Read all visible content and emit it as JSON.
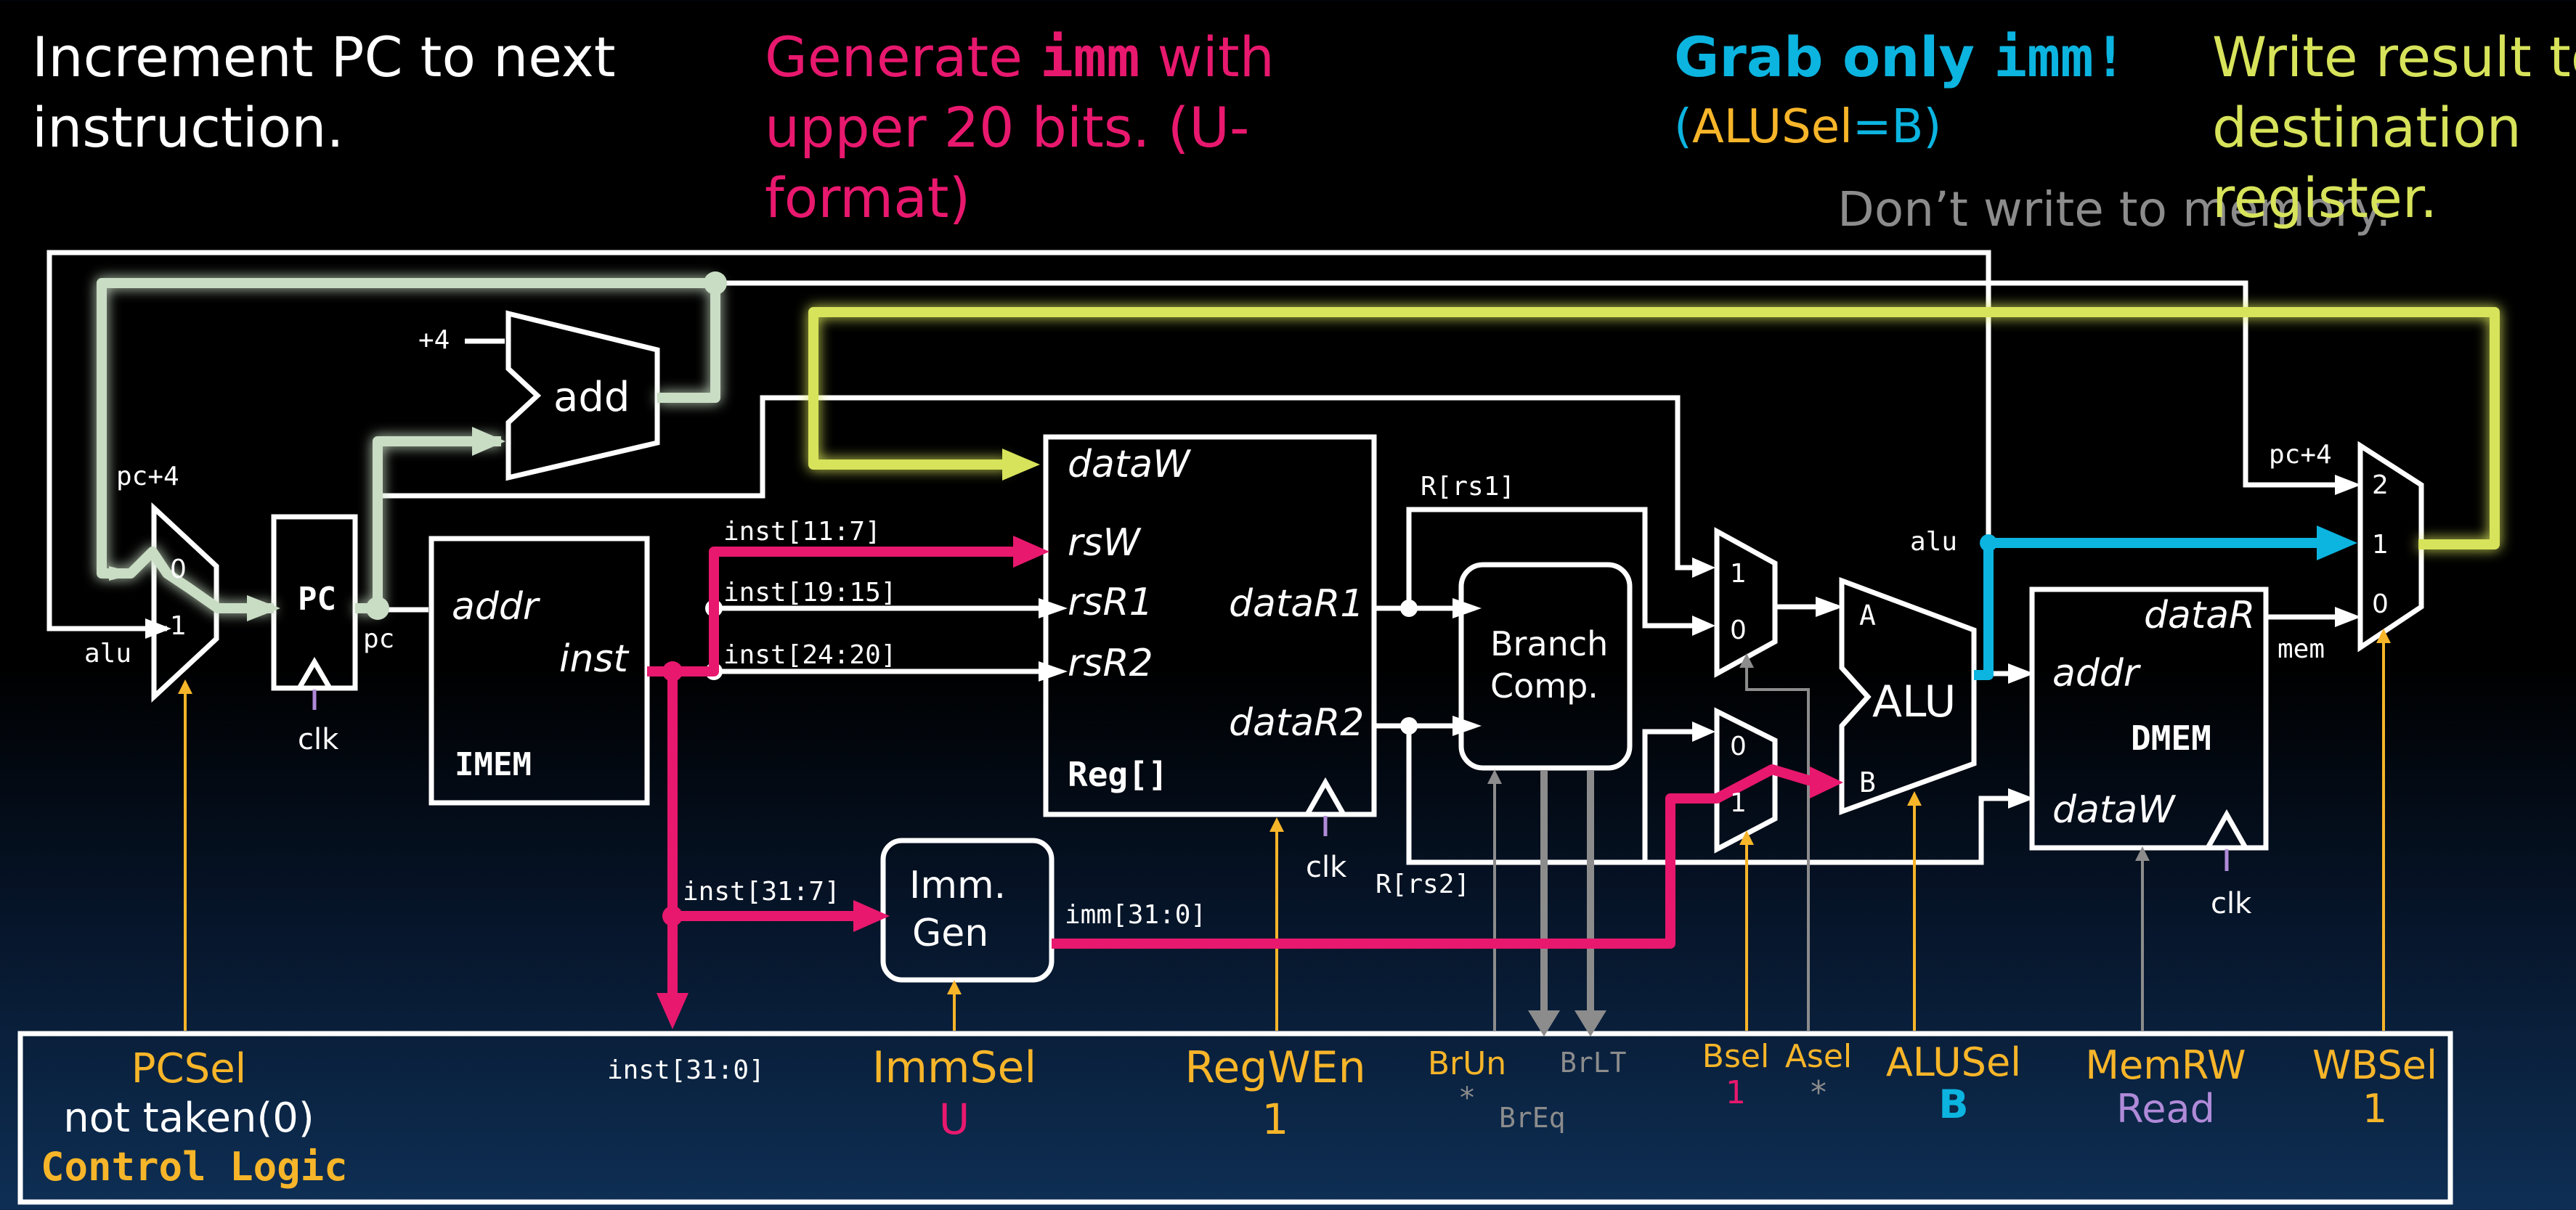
{
  "headers": {
    "h1_line1": "Increment PC to next",
    "h1_line2": "instruction.",
    "h2_pre": "Generate ",
    "h2_code": "imm",
    "h2_post": " with",
    "h2_line2": "upper 20 bits. (U-",
    "h2_line3": "format)",
    "h3_pre": "Grab only ",
    "h3_code": "imm!",
    "h3_line2_open": "(",
    "h3_line2_name": "ALUSel",
    "h3_line2_val": "=B)",
    "h4_line1": "Write result to",
    "h4_line2": "destination",
    "h4_line3": "register.",
    "note": "Don’t write to memory."
  },
  "blocks": {
    "pc": "PC",
    "add": "add",
    "imem_addr": "addr",
    "imem_inst": "inst",
    "imem_name": "IMEM",
    "reg_dataW": "dataW",
    "reg_rsW": "rsW",
    "reg_rsR1": "rsR1",
    "reg_rsR2": "rsR2",
    "reg_dataR1": "dataR1",
    "reg_dataR2": "dataR2",
    "reg_name": "Reg[]",
    "immgen_l1": "Imm.",
    "immgen_l2": "Gen",
    "branch_l1": "Branch",
    "branch_l2": "Comp.",
    "alu": "ALU",
    "alu_a": "A",
    "alu_b": "B",
    "dmem_dataR": "dataR",
    "dmem_addr": "addr",
    "dmem_name": "DMEM",
    "dmem_dataW": "dataW"
  },
  "signals": {
    "plus4": "+4",
    "pcplus4_left": "pc+4",
    "alu_left": "alu",
    "pc_out": "pc",
    "clk": "clk",
    "inst_11_7": "inst[11:7]",
    "inst_19_15": "inst[19:15]",
    "inst_24_20": "inst[24:20]",
    "inst_31_7": "inst[31:7]",
    "imm_31_0": "imm[31:0]",
    "inst_31_0": "inst[31:0]",
    "r_rs1": "R[rs1]",
    "r_rs2": "R[rs2]",
    "alu_right": "alu",
    "pcplus4_right": "pc+4",
    "mem": "mem",
    "mux_0": "0",
    "mux_1": "1",
    "mux_2": "2"
  },
  "control": {
    "pcsel_name": "PCSel",
    "pcsel_val": "not taken(0)",
    "title": "Control Logic",
    "immsel_name": "ImmSel",
    "immsel_val": "U",
    "regwen_name": "RegWEn",
    "regwen_val": "1",
    "brun_name": "BrUn",
    "brun_val": "*",
    "breq_name": "BrEq",
    "brlt_name": "BrLT",
    "bsel_name": "Bsel",
    "bsel_val": "1",
    "asel_name": "Asel",
    "asel_val": "*",
    "alusel_name": "ALUSel",
    "alusel_val": "B",
    "memrw_name": "MemRW",
    "memrw_val": "Read",
    "wbsel_name": "WBSel",
    "wbsel_val": "1"
  },
  "colors": {
    "white": "#ffffff",
    "pc_path": "#c9dcc4",
    "pink": "#e8186e",
    "yellow_path": "#d7e35a",
    "cyan": "#0cb4e0",
    "orange": "#f7b529",
    "gray": "#8c8c8c",
    "purple": "#b08ad8"
  }
}
